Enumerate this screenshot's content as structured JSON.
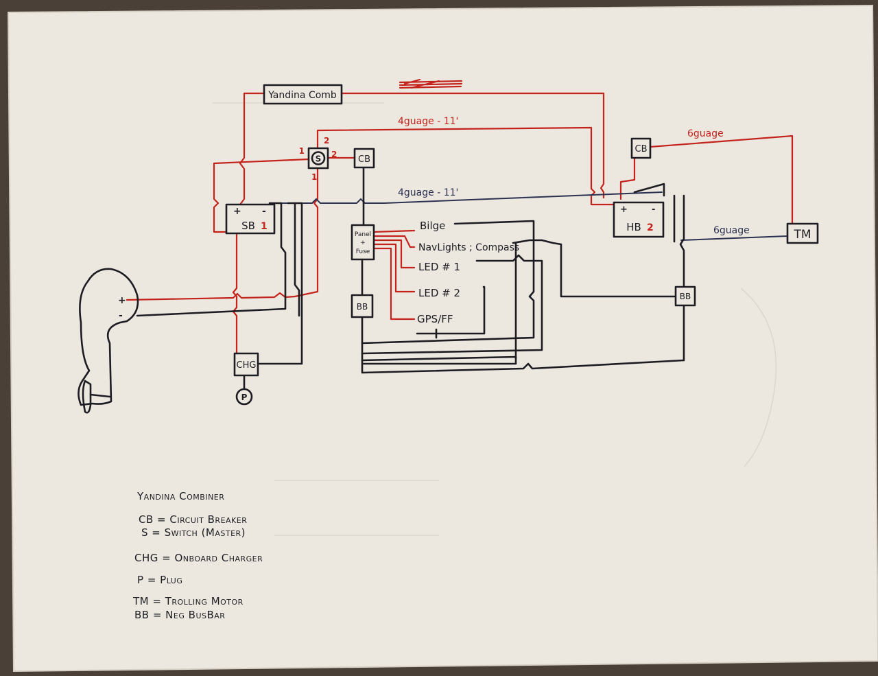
{
  "colors": {
    "paper": "#ece7df",
    "ink": "#1c1c22",
    "red": "#c4231c",
    "navy": "#2b3150",
    "backdrop": "#4a4038"
  },
  "components": {
    "yandina": "Yandina Comb",
    "switch": "S",
    "cb_left": "CB",
    "cb_right": "CB",
    "battery_start": "SB",
    "battery_start_num": "1",
    "battery_house": "HB",
    "battery_house_num": "2",
    "panel_line1": "Panel",
    "panel_line2": "+",
    "panel_line3": "Fuse",
    "bb_center": "BB",
    "bb_right": "BB",
    "charger": "CHG",
    "plug": "P",
    "trolling_motor": "TM"
  },
  "wire_labels": {
    "upper": "4guage - 11'",
    "middle": "4guage - 11'",
    "cb_to_tm": "6guage",
    "hb_to_tm": "6guage"
  },
  "switch_terminals": {
    "left": "1",
    "right": "2",
    "top": "2",
    "bottom": "1"
  },
  "battery_terminals": {
    "plus": "+",
    "minus": "-"
  },
  "motor_terminals": {
    "plus": "+",
    "minus": "-"
  },
  "loads": [
    "Bilge",
    "NavLights ; Compass",
    "LED # 1",
    "LED # 2",
    "GPS/FF"
  ],
  "legend": {
    "title": "Yandina Combiner",
    "items": [
      "CB = Circuit Breaker",
      "S = Switch (Master)",
      "CHG = Onboard Charger",
      "P = Plug",
      "TM = Trolling Motor",
      "BB = Neg BusBar"
    ]
  }
}
